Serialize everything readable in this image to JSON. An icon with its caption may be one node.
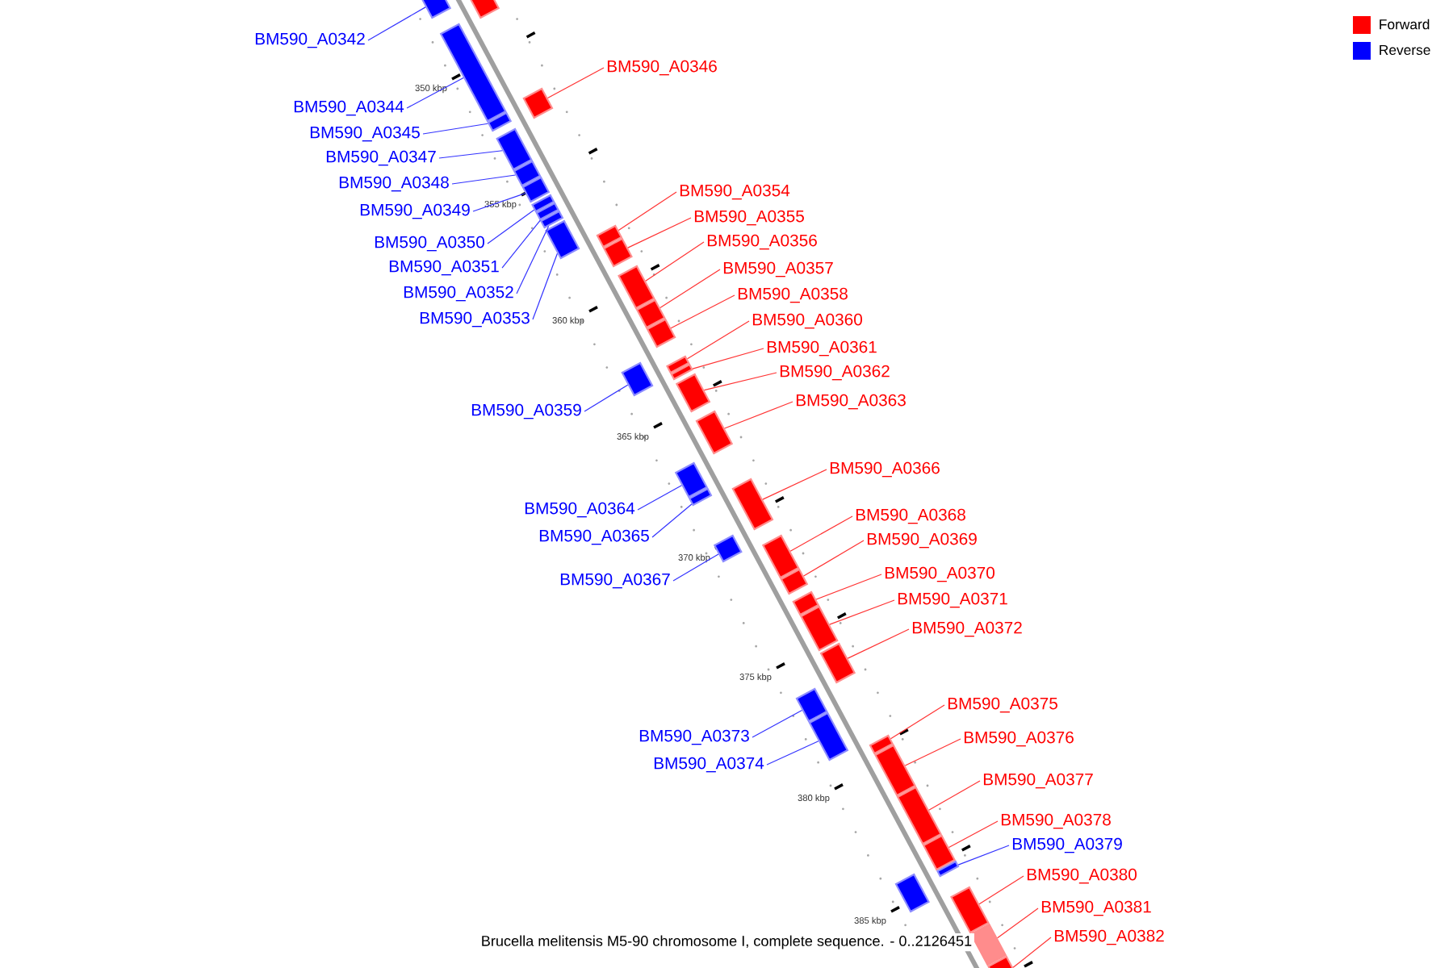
{
  "diagram": {
    "caption": "Brucella melitensis M5-90 chromosome I, complete sequence. - 0..2126451",
    "nodes": [
      {
        "text": [
          "BM590_A0342"
        ]
      },
      {
        "text": [],
        "shape": "bar"
      },
      {
        "text": [],
        "shape": "bar"
      },
      {
        "text": [
          "BM590_A0344"
        ]
      },
      {
        "text": [],
        "shape": "bar"
      },
      {
        "text": [
          "BM590_A0346"
        ]
      },
      {
        "text": [],
        "shape": "bar"
      },
      {
        "text": [
          "BM590_A0345"
        ]
      },
      {
        "text": [],
        "shape": "bar"
      },
      {
        "text": [
          "BM590_A0347"
        ]
      },
      {
        "text": [],
        "shape": "bar"
      },
      {
        "text": [
          "BM590_A0348"
        ]
      },
      {
        "text": [],
        "shape": "bar"
      },
      {
        "text": [
          "BM590_A0349"
        ]
      },
      {
        "text": [],
        "shape": "bar"
      },
      {
        "text": [
          "BM590_A0350"
        ]
      },
      {
        "text": [],
        "shape": "bar"
      },
      {
        "text": [
          "BM590_A0351"
        ]
      },
      {
        "text": [],
        "shape": "bar"
      },
      {
        "text": [
          "BM590_A0352"
        ]
      },
      {
        "text": [],
        "shape": "bar"
      },
      {
        "text": [
          "BM590_A0353"
        ]
      },
      {
        "text": [],
        "shape": "bar"
      },
      {
        "text": [
          "BM590_A0354"
        ]
      },
      {
        "text": [],
        "shape": "bar"
      },
      {
        "text": [
          "BM590_A0355"
        ]
      },
      {
        "text": [],
        "shape": "bar"
      },
      {
        "text": [
          "BM590_A0356"
        ]
      },
      {
        "text": [],
        "shape": "bar"
      },
      {
        "text": [
          "BM590_A0357"
        ]
      },
      {
        "text": [],
        "shape": "bar"
      },
      {
        "text": [
          "BM590_A0358"
        ]
      },
      {
        "text": [],
        "shape": "bar"
      },
      {
        "text": [
          "BM590_A0359"
        ]
      },
      {
        "text": [],
        "shape": "bar"
      },
      {
        "text": [
          "BM590_A0360"
        ]
      },
      {
        "text": [],
        "shape": "bar"
      },
      {
        "text": [
          "BM590_A0361"
        ]
      },
      {
        "text": [],
        "shape": "bar"
      },
      {
        "text": [
          "BM590_A0362"
        ]
      },
      {
        "text": [],
        "shape": "bar"
      },
      {
        "text": [
          "BM590_A0363"
        ]
      },
      {
        "text": [],
        "shape": "bar"
      },
      {
        "text": [
          "BM590_A0364"
        ]
      },
      {
        "text": [],
        "shape": "bar"
      },
      {
        "text": [
          "BM590_A0366"
        ]
      },
      {
        "text": [],
        "shape": "bar"
      },
      {
        "text": [
          "BM590_A0365"
        ]
      },
      {
        "text": [],
        "shape": "bar"
      },
      {
        "text": [
          "BM590_A0367"
        ]
      },
      {
        "text": [],
        "shape": "bar"
      },
      {
        "text": [
          "BM590_A0368"
        ]
      },
      {
        "text": [],
        "shape": "bar"
      },
      {
        "text": [
          "BM590_A0369"
        ]
      },
      {
        "text": [],
        "shape": "bar"
      },
      {
        "text": [
          "BM590_A0370"
        ]
      },
      {
        "text": [],
        "shape": "bar"
      },
      {
        "text": [
          "BM590_A0371"
        ]
      },
      {
        "text": [],
        "shape": "bar"
      },
      {
        "text": [
          "BM590_A0372"
        ]
      },
      {
        "text": [],
        "shape": "bar"
      },
      {
        "text": [
          "BM590_A0373"
        ]
      },
      {
        "text": [],
        "shape": "bar"
      },
      {
        "text": [
          "BM590_A0374"
        ]
      },
      {
        "text": [],
        "shape": "bar"
      },
      {
        "text": [
          "BM590_A0375"
        ]
      },
      {
        "text": [],
        "shape": "bar"
      },
      {
        "text": [
          "BM590_A0376"
        ]
      },
      {
        "text": [],
        "shape": "bar"
      },
      {
        "text": [
          "BM590_A0377"
        ]
      },
      {
        "text": [],
        "shape": "bar"
      },
      {
        "text": [
          "BM590_A0378"
        ]
      },
      {
        "text": [],
        "shape": "bar"
      },
      {
        "text": [
          "BM590_A0379"
        ]
      },
      {
        "text": [],
        "shape": "bar"
      },
      {
        "text": [],
        "shape": "bar"
      },
      {
        "text": [
          "BM590_A0380"
        ]
      },
      {
        "text": [],
        "shape": "bar"
      },
      {
        "text": [
          "BM590_A0381"
        ]
      },
      {
        "text": [],
        "shape": "bar"
      },
      {
        "text": [
          "BM590_A0382"
        ]
      },
      {
        "text": [],
        "shape": "bar"
      }
    ],
    "edges": [
      {
        "from": 0,
        "to": 1,
        "arrow": "none",
        "color": "#3333ff"
      },
      {
        "from": 3,
        "to": 4,
        "arrow": "none",
        "color": "#3333ff"
      },
      {
        "from": 5,
        "to": 6,
        "arrow": "none"
      },
      {
        "from": 7,
        "to": 8,
        "arrow": "none",
        "color": "#3333ff"
      },
      {
        "from": 9,
        "to": 10,
        "arrow": "none",
        "color": "#3333ff"
      },
      {
        "from": 11,
        "to": 12,
        "arrow": "none",
        "color": "#3333ff"
      },
      {
        "from": 13,
        "to": 14,
        "arrow": "none",
        "color": "#3333ff"
      },
      {
        "from": 15,
        "to": 16,
        "arrow": "none",
        "color": "#3333ff"
      },
      {
        "from": 17,
        "to": 18,
        "arrow": "none",
        "color": "#3333ff"
      },
      {
        "from": 19,
        "to": 20,
        "arrow": "none",
        "color": "#3333ff"
      },
      {
        "from": 21,
        "to": 22,
        "arrow": "none",
        "color": "#3333ff"
      },
      {
        "from": 23,
        "to": 24,
        "arrow": "none"
      },
      {
        "from": 25,
        "to": 26,
        "arrow": "none"
      },
      {
        "from": 27,
        "to": 28,
        "arrow": "none"
      },
      {
        "from": 29,
        "to": 30,
        "arrow": "none"
      },
      {
        "from": 31,
        "to": 32,
        "arrow": "none"
      },
      {
        "from": 33,
        "to": 34,
        "arrow": "none",
        "color": "#3333ff"
      },
      {
        "from": 35,
        "to": 36,
        "arrow": "none"
      },
      {
        "from": 37,
        "to": 38,
        "arrow": "none"
      },
      {
        "from": 39,
        "to": 40,
        "arrow": "none"
      },
      {
        "from": 41,
        "to": 42,
        "arrow": "none"
      },
      {
        "from": 43,
        "to": 44,
        "arrow": "none",
        "color": "#3333ff"
      },
      {
        "from": 45,
        "to": 46,
        "arrow": "none"
      },
      {
        "from": 47,
        "to": 48,
        "arrow": "none",
        "color": "#3333ff"
      },
      {
        "from": 49,
        "to": 50,
        "arrow": "none",
        "color": "#3333ff"
      },
      {
        "from": 51,
        "to": 52,
        "arrow": "none"
      },
      {
        "from": 53,
        "to": 54,
        "arrow": "none"
      },
      {
        "from": 55,
        "to": 56,
        "arrow": "none"
      },
      {
        "from": 57,
        "to": 58,
        "arrow": "none"
      },
      {
        "from": 59,
        "to": 60,
        "arrow": "none"
      },
      {
        "from": 61,
        "to": 62,
        "arrow": "none",
        "color": "#3333ff"
      },
      {
        "from": 63,
        "to": 64,
        "arrow": "none",
        "color": "#3333ff"
      },
      {
        "from": 65,
        "to": 66,
        "arrow": "none"
      },
      {
        "from": 67,
        "to": 68,
        "arrow": "none"
      },
      {
        "from": 69,
        "to": 70,
        "arrow": "none"
      },
      {
        "from": 71,
        "to": 72,
        "arrow": "none"
      },
      {
        "from": 73,
        "to": 74,
        "arrow": "none",
        "color": "#3333ff"
      },
      {
        "from": 76,
        "to": 77,
        "arrow": "none"
      },
      {
        "from": 78,
        "to": 79,
        "arrow": "none"
      },
      {
        "from": 80,
        "to": 81,
        "arrow": "none"
      }
    ],
    "labels": [
      "350 kbp",
      "355 kbp",
      "360 kbp",
      "365 kbp",
      "370 kbp",
      "375 kbp",
      "380 kbp",
      "385 kbp"
    ],
    "legend": [
      {
        "text": "Forward",
        "color": "#ff0000"
      },
      {
        "text": "Reverse",
        "color": "#0000ff"
      }
    ]
  }
}
